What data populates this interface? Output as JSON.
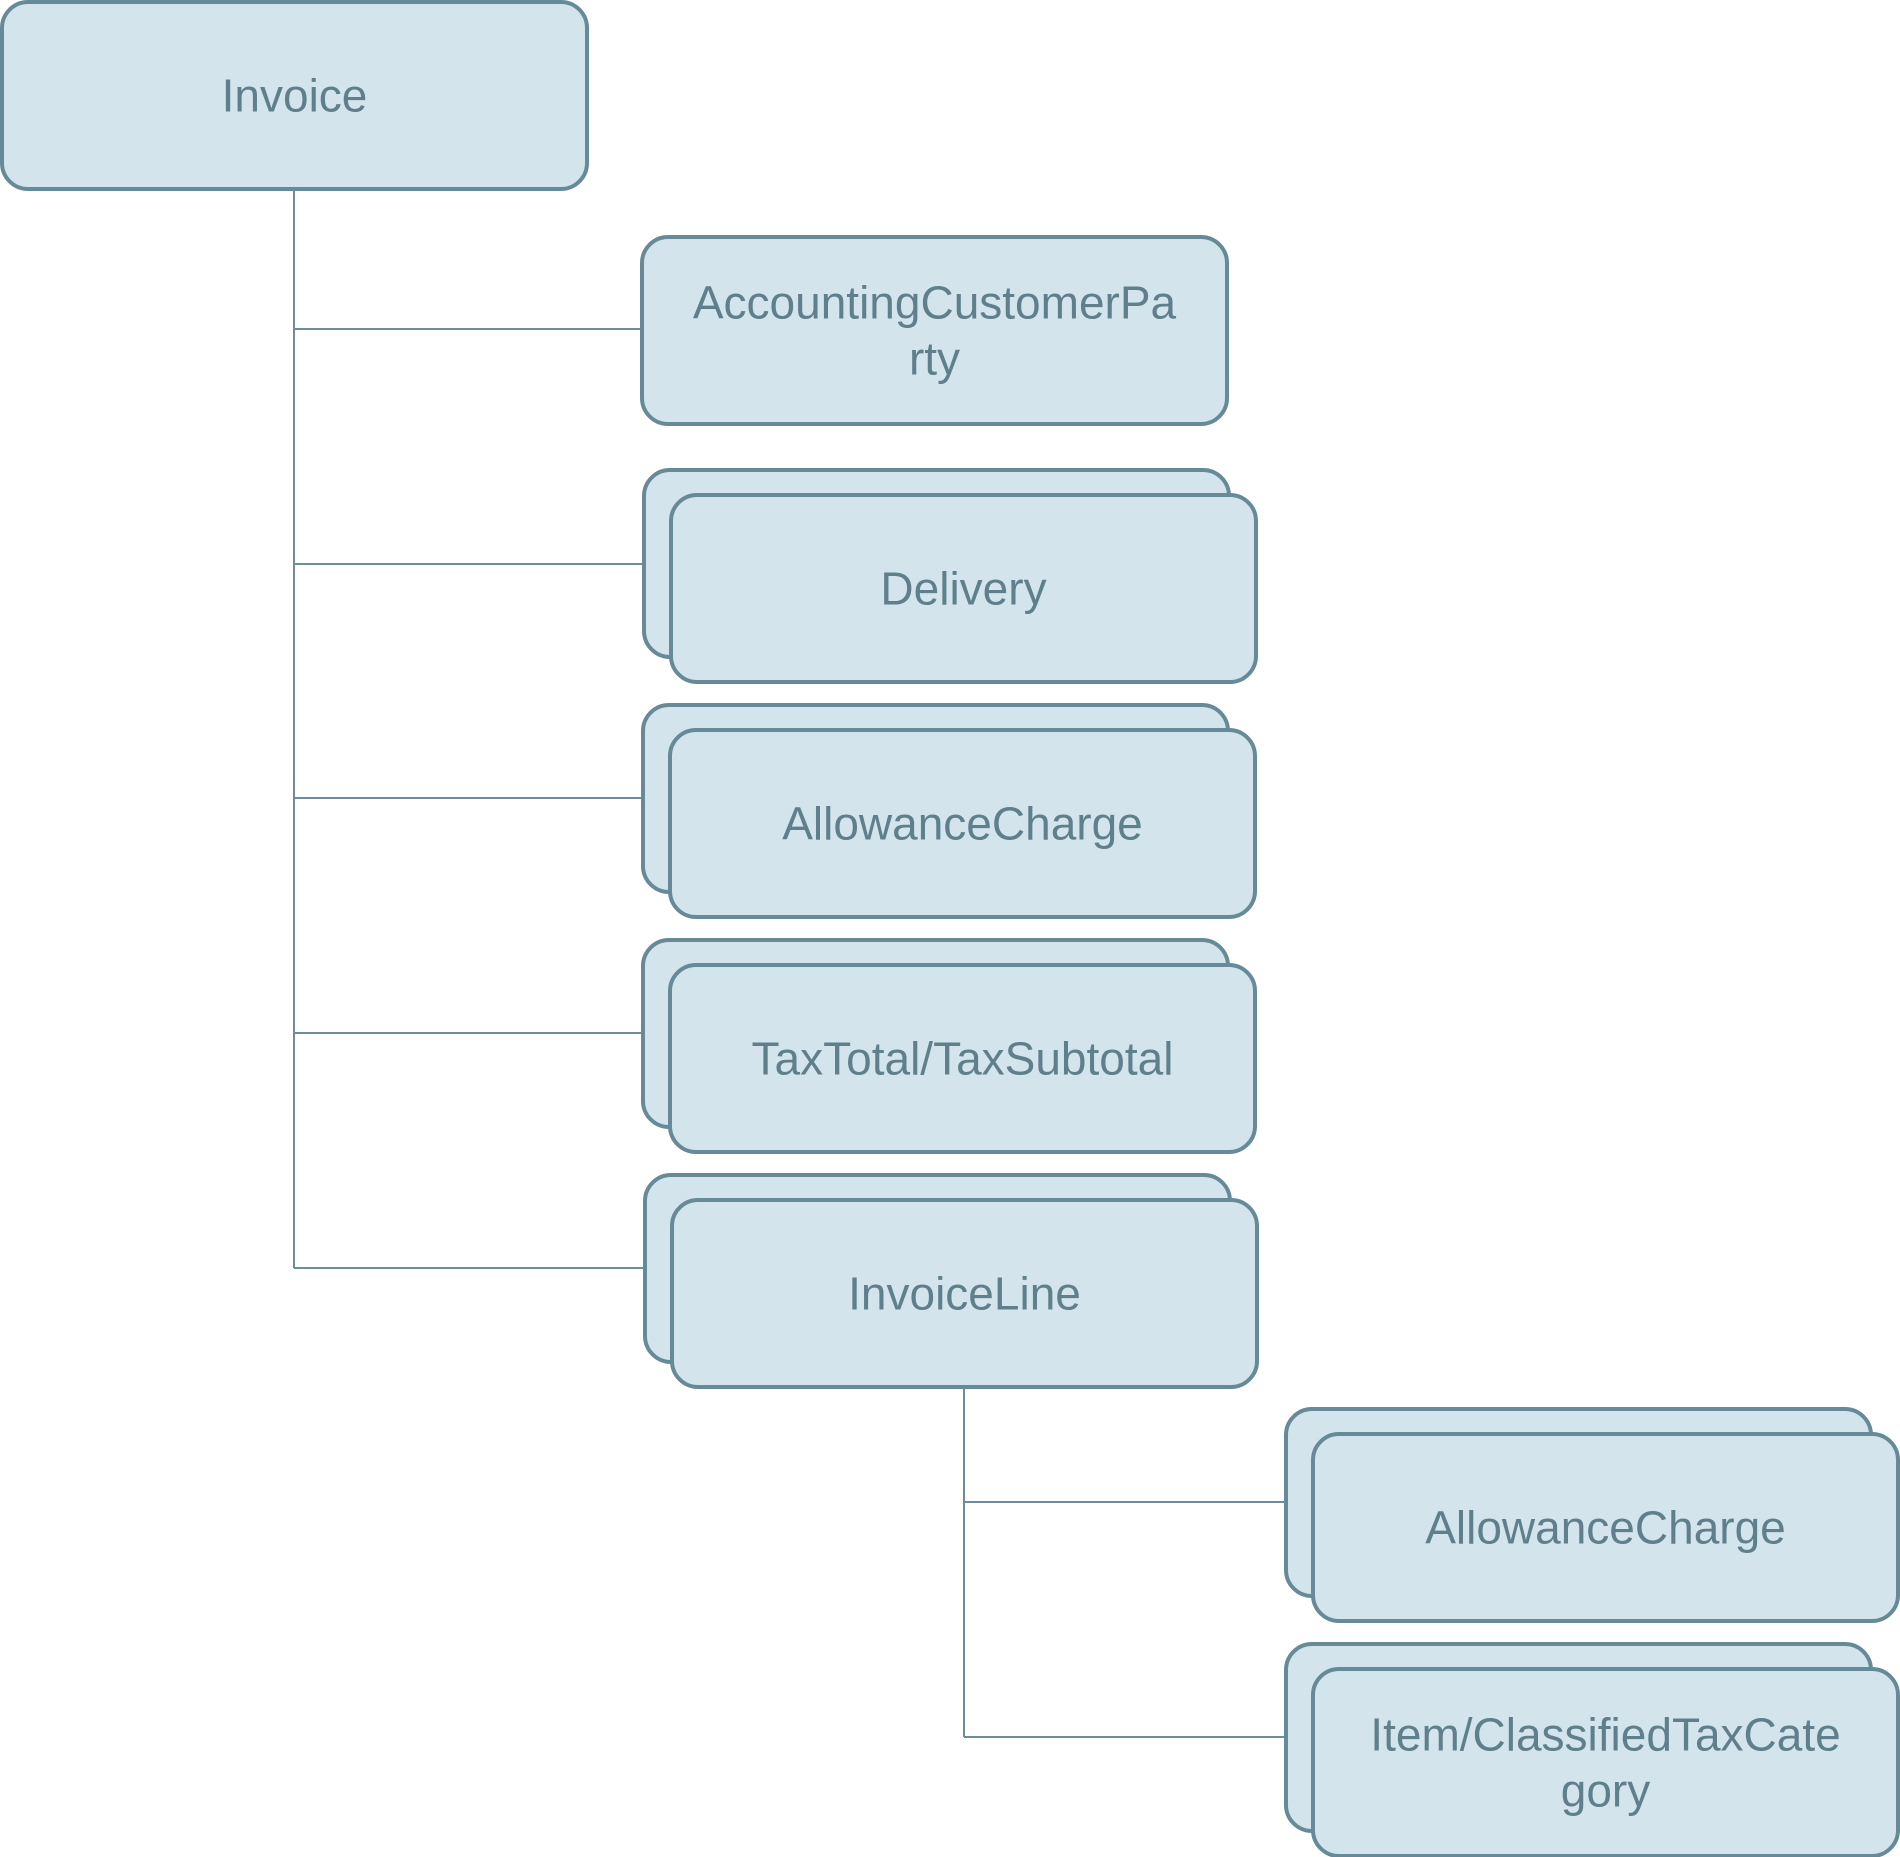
{
  "colors": {
    "box_fill": "#d3e4ed",
    "box_stroke": "#668a98",
    "text": "#5f7f8c",
    "connector": "#6c8e9b"
  },
  "nodes": {
    "invoice": {
      "lines": [
        "Invoice"
      ],
      "stacked": false
    },
    "accounting_customer_party": {
      "lines": [
        "AccountingCustomerPa",
        "rty"
      ],
      "stacked": false
    },
    "delivery": {
      "lines": [
        "Delivery"
      ],
      "stacked": true
    },
    "allowance_charge": {
      "lines": [
        "AllowanceCharge"
      ],
      "stacked": true
    },
    "tax_total": {
      "lines": [
        "TaxTotal/TaxSubtotal"
      ],
      "stacked": true
    },
    "invoice_line": {
      "lines": [
        "InvoiceLine"
      ],
      "stacked": true
    },
    "line_allowance_charge": {
      "lines": [
        "AllowanceCharge"
      ],
      "stacked": true
    },
    "item_classified_tax_category": {
      "lines": [
        "Item/ClassifiedTaxCate",
        "gory"
      ],
      "stacked": true
    }
  },
  "edges": [
    {
      "from": "invoice",
      "to": "accounting_customer_party"
    },
    {
      "from": "invoice",
      "to": "delivery"
    },
    {
      "from": "invoice",
      "to": "allowance_charge"
    },
    {
      "from": "invoice",
      "to": "tax_total"
    },
    {
      "from": "invoice",
      "to": "invoice_line"
    },
    {
      "from": "invoice_line",
      "to": "line_allowance_charge"
    },
    {
      "from": "invoice_line",
      "to": "item_classified_tax_category"
    }
  ]
}
